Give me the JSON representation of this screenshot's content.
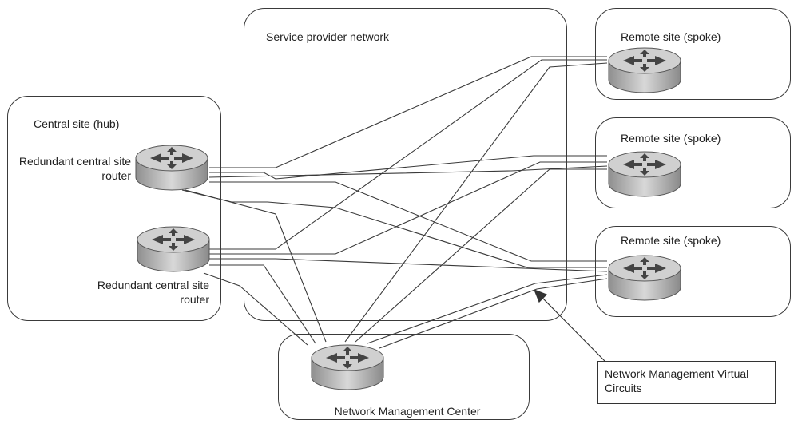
{
  "regions": {
    "service_provider": "Service provider network",
    "central_site": "Central site (hub)",
    "remote_1": "Remote site (spoke)",
    "remote_2": "Remote site (spoke)",
    "remote_3": "Remote site (spoke)",
    "nmc": "Network Management Center"
  },
  "routers": {
    "hub_top_label": "Redundant central site router",
    "hub_bottom_label": "Redundant central site router"
  },
  "callout": "Network Management Virtual Circuits",
  "colors": {
    "line": "#3a3a3a",
    "router_body": "#b8b8b8",
    "router_top": "#d9d9d9"
  }
}
